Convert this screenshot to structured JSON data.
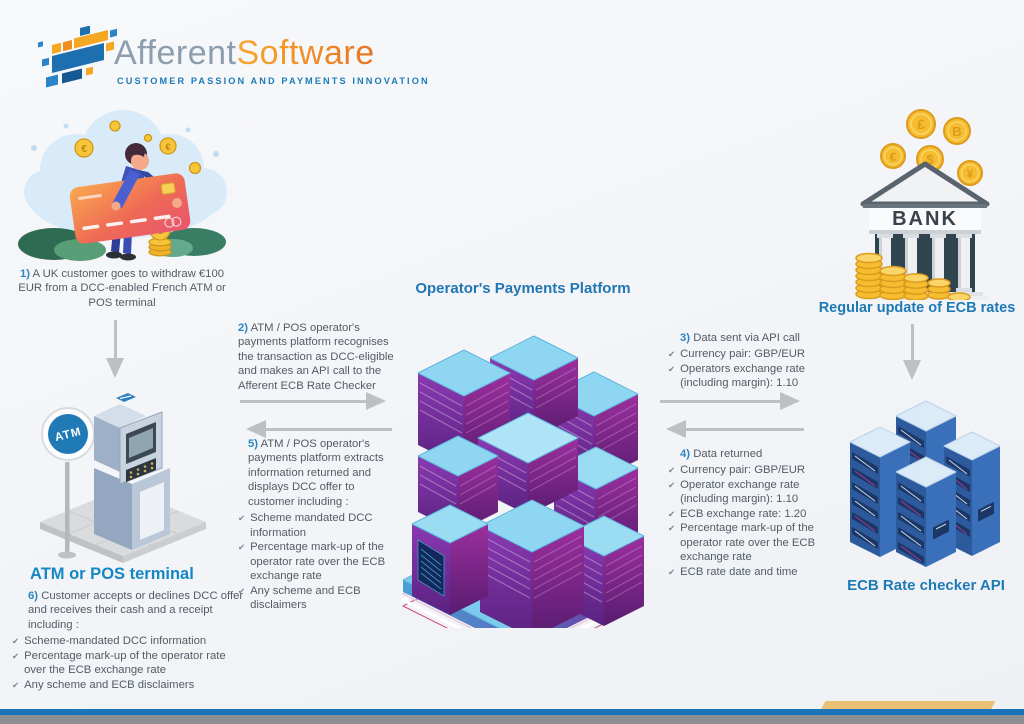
{
  "logo": {
    "brand_primary": "Afferent",
    "brand_secondary": "Software",
    "tagline": "CUSTOMER PASSION AND PAYMENTS INNOVATION"
  },
  "headings": {
    "platform": "Operator's Payments Platform",
    "ecb_update": "Regular update of ECB rates",
    "ecb_api": "ECB Rate checker API",
    "atm_terminal": "ATM or POS terminal"
  },
  "icons": {
    "bullet": "✔"
  },
  "labels": {
    "atm_sign": "ATM",
    "bank_sign": "BANK",
    "coin_euro": "€",
    "coin_pound": "£",
    "coin_bitcoin": "B",
    "coin_dollar": "$",
    "coin_yen": "¥"
  },
  "steps": {
    "step1": {
      "num": "1)",
      "head": "A UK customer goes to withdraw €100 EUR from a DCC-enabled French ATM or POS terminal"
    },
    "step2": {
      "num": "2)",
      "head": "ATM / POS operator's payments platform recognises the transaction as DCC-eligible and makes an API call to the Afferent ECB Rate Checker"
    },
    "step3": {
      "num": "3)",
      "head": "Data sent via API call",
      "bullets": [
        "Currency pair: GBP/EUR",
        "Operators exchange rate (including margin): 1.10"
      ]
    },
    "step4": {
      "num": "4)",
      "head": "Data returned",
      "bullets": [
        "Currency pair: GBP/EUR",
        "Operator exchange rate (including margin): 1.10",
        "ECB exchange rate: 1.20",
        "Percentage mark-up of the operator rate over the ECB exchange rate",
        "ECB rate date and time"
      ]
    },
    "step5": {
      "num": "5)",
      "head": "ATM / POS operator's payments platform extracts information returned and displays DCC offer to customer including :",
      "bullets": [
        "Scheme mandated DCC information",
        "Percentage mark-up of the operator rate over the ECB exchange rate",
        "Any scheme and ECB disclaimers"
      ]
    },
    "step6": {
      "num": "6)",
      "head": "Customer accepts or declines DCC offer and receives their cash and a receipt including :",
      "bullets": [
        "Scheme-mandated DCC information",
        "Percentage mark-up of the operator rate over the ECB exchange rate",
        "Any scheme and ECB disclaimers"
      ]
    }
  },
  "colors": {
    "accent_blue": "#1e7ab5",
    "accent_orange": "#f09a2e",
    "body_text": "#525c66",
    "arrow": "#bdbfc1",
    "gold": "#f5bd2f",
    "server_purple": "#7b2f9b",
    "server_blue": "#2c5a9c"
  }
}
